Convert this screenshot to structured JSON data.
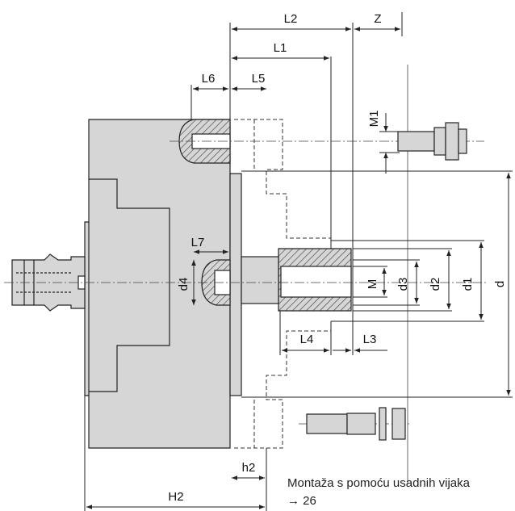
{
  "dimensions": {
    "L2": "L2",
    "Z": "Z",
    "L1": "L1",
    "L6": "L6",
    "L5": "L5",
    "M1": "M1",
    "L7": "L7",
    "d4": "d4",
    "M": "M",
    "d3": "d3",
    "d2": "d2",
    "d1": "d1",
    "d": "d",
    "L4": "L4",
    "L3": "L3",
    "h2": "h2",
    "H2": "H2"
  },
  "note": {
    "line1": "Montaža s pomoću usadnih vijaka",
    "line2": "→ 26"
  },
  "colors": {
    "body_fill": "#d6d6d6",
    "line": "#222222",
    "hatch": "#444444"
  }
}
